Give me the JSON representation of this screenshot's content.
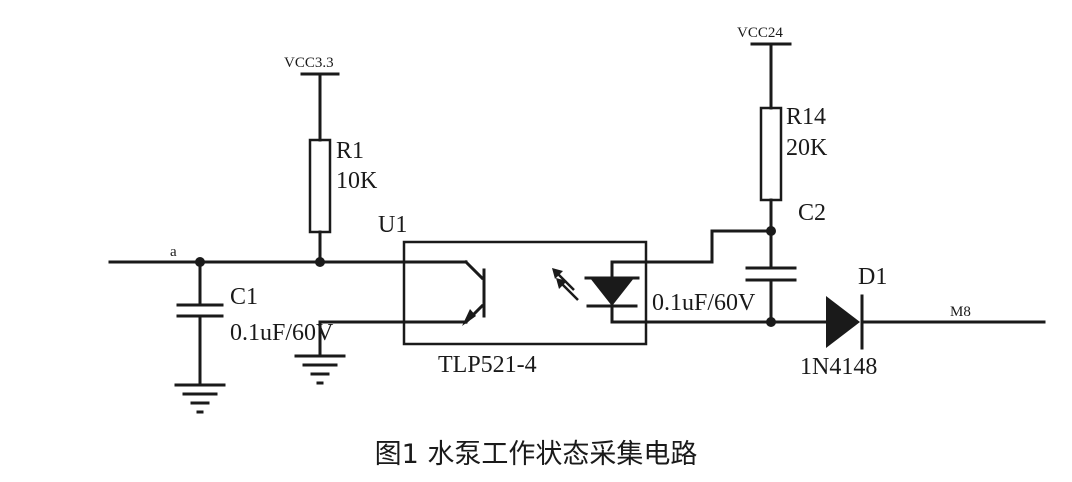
{
  "nets": {
    "vcc33": "VCC3.3",
    "vcc24": "VCC24",
    "a": "a",
    "m8": "M8"
  },
  "components": {
    "r1": {
      "ref": "R1",
      "value": "10K"
    },
    "r14": {
      "ref": "R14",
      "value": "20K"
    },
    "c1": {
      "ref": "C1",
      "value": "0.1uF/60V"
    },
    "c2": {
      "ref": "C2",
      "value": "0.1uF/60V"
    },
    "u1": {
      "ref": "U1",
      "part": "TLP521-4"
    },
    "d1": {
      "ref": "D1",
      "part": "1N4148"
    }
  },
  "caption": "图1 水泵工作状态采集电路"
}
